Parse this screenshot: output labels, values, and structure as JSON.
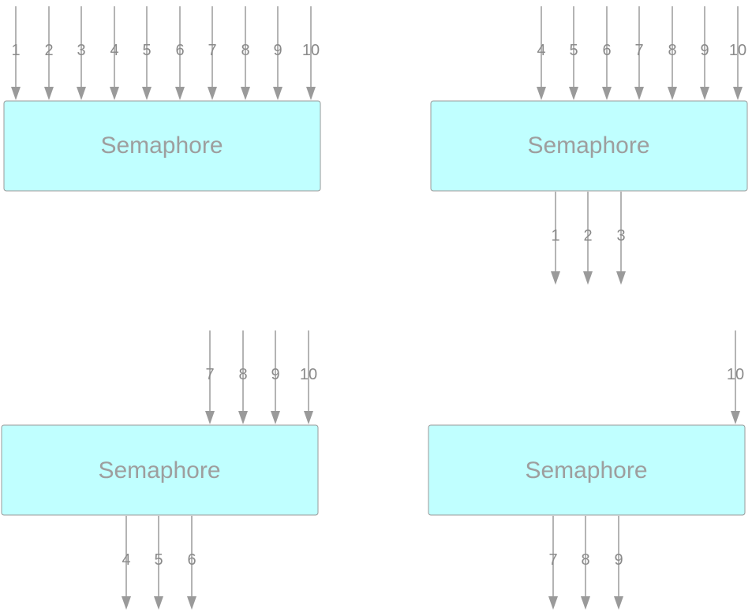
{
  "colors": {
    "box_fill": "#c0ffff",
    "box_text": "#9e9e9e",
    "arrow": "#9a9a9a",
    "arrow_label": "#8a8a8a"
  },
  "panels": [
    {
      "label": "Semaphore",
      "incoming": [
        "1",
        "2",
        "3",
        "4",
        "5",
        "6",
        "7",
        "8",
        "9",
        "10"
      ],
      "outgoing": []
    },
    {
      "label": "Semaphore",
      "incoming": [
        "4",
        "5",
        "6",
        "7",
        "8",
        "9",
        "10"
      ],
      "outgoing": [
        "1",
        "2",
        "3"
      ]
    },
    {
      "label": "Semaphore",
      "incoming": [
        "7",
        "8",
        "9",
        "10"
      ],
      "outgoing": [
        "4",
        "5",
        "6"
      ]
    },
    {
      "label": "Semaphore",
      "incoming": [
        "10"
      ],
      "outgoing": [
        "7",
        "8",
        "9"
      ]
    }
  ]
}
